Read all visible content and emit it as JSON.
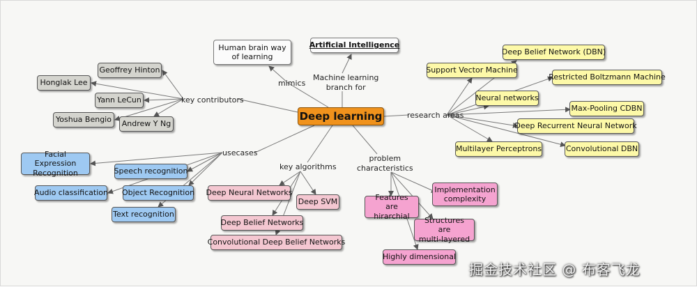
{
  "center": "Deep learning",
  "top": {
    "human_brain": "Human brain way\nof learning",
    "mimics": "mimics",
    "ai": "Artificial Intelligence",
    "branch": "Machine learning\nbranch for"
  },
  "contributors": {
    "label": "key contributors",
    "people": [
      "Geoffrey Hinton",
      "Honglak Lee",
      "Yann LeCun",
      "Yoshua Bengio",
      "Andrew Y Ng"
    ]
  },
  "research": {
    "label": "research areas",
    "items": [
      "Deep Belief Network (DBN)",
      "Support Vector Machine",
      "Restricted Boltzmann Machine",
      "Neural networks",
      "Max-Pooling CDBN",
      "Deep Recurrent Neural Network",
      "Multilayer Perceptrons",
      "Convolutional DBN"
    ]
  },
  "usecases": {
    "label": "usecases",
    "items": [
      "Facial Expression\nRecognition",
      "Speech recognition",
      "Audio classification",
      "Object Recognition",
      "Text recognition"
    ]
  },
  "algorithms": {
    "label": "key algorithms",
    "items": [
      "Deep Neural Networks",
      "Deep SVM",
      "Deep Belief Networks",
      "Convolutional Deep Belief Networks"
    ]
  },
  "problems": {
    "label": "problem\ncharacteristics",
    "items": [
      "Implementation\ncomplexity",
      "Features are\nhirarchial",
      "Structures are\nmulti-layered",
      "Highly dimensional"
    ]
  },
  "watermark": "掘金技术社区 @ 布客飞龙",
  "colors": {
    "main": "#f0921c",
    "contributors": "#d4d4ce",
    "research": "#fdf9a8",
    "usecases": "#9ec9f2",
    "algorithms": "#f4c7d1",
    "problems": "#f5a3d0"
  }
}
